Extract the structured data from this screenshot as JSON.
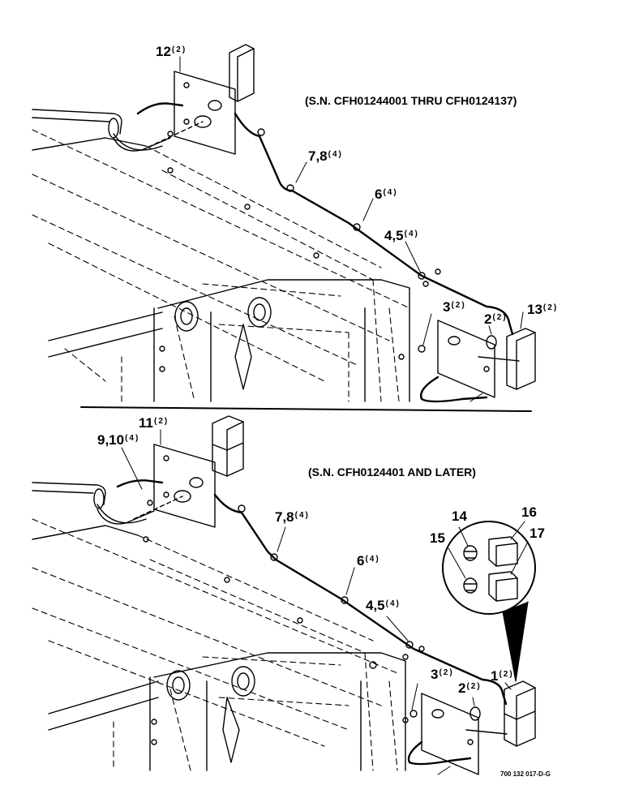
{
  "top_view": {
    "serial_range": "(S.N. CFH01244001 THRU CFH0124137)",
    "callouts": [
      {
        "num": "12",
        "qty": "(2)"
      },
      {
        "num": "7,8",
        "qty": "(4)"
      },
      {
        "num": "6",
        "qty": "(4)"
      },
      {
        "num": "4,5",
        "qty": "(4)"
      },
      {
        "num": "3",
        "qty": "(2)"
      },
      {
        "num": "2",
        "qty": "(2)"
      },
      {
        "num": "13",
        "qty": "(2)"
      }
    ]
  },
  "bottom_view": {
    "serial_range": "(S.N. CFH0124401 AND LATER)",
    "callouts": [
      {
        "num": "11",
        "qty": "(2)"
      },
      {
        "num": "9,10",
        "qty": "(4)"
      },
      {
        "num": "7,8",
        "qty": "(4)"
      },
      {
        "num": "6",
        "qty": "(4)"
      },
      {
        "num": "4,5",
        "qty": "(4)"
      },
      {
        "num": "3",
        "qty": "(2)"
      },
      {
        "num": "2",
        "qty": "(2)"
      },
      {
        "num": "1",
        "qty": "(2)"
      }
    ],
    "detail_callouts": [
      {
        "num": "14"
      },
      {
        "num": "15"
      },
      {
        "num": "16"
      },
      {
        "num": "17"
      }
    ]
  },
  "drawing_number": "700 132 017-D-G"
}
